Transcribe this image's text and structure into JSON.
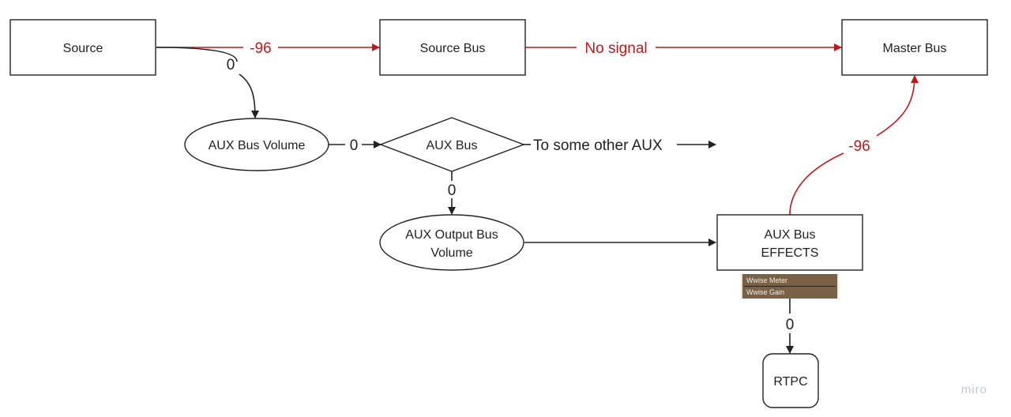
{
  "nodes": {
    "source": "Source",
    "source_bus": "Source Bus",
    "master_bus": "Master Bus",
    "aux_bus_volume": "AUX Bus Volume",
    "aux_bus": "AUX Bus",
    "aux_output_bus_volume": [
      "AUX Output Bus",
      "Volume"
    ],
    "aux_bus_effects": [
      "AUX Bus",
      "EFFECTS"
    ],
    "rtpc": "RTPC"
  },
  "edges": {
    "source_to_source_bus": "-96",
    "source_bus_to_master": "No signal",
    "source_to_aux_volume": "0",
    "aux_volume_to_aux_bus": "0",
    "aux_bus_to_other": "To some other AUX",
    "aux_bus_to_output_volume": "0",
    "effects_to_master": "-96",
    "effects_to_rtpc": "0"
  },
  "plugins": [
    "Wwise Meter",
    "Wwise Gain"
  ],
  "watermark": "miro",
  "colors": {
    "signal_red": "#c0181d",
    "line": "#222222",
    "plugin_bg": "#7a6146"
  }
}
